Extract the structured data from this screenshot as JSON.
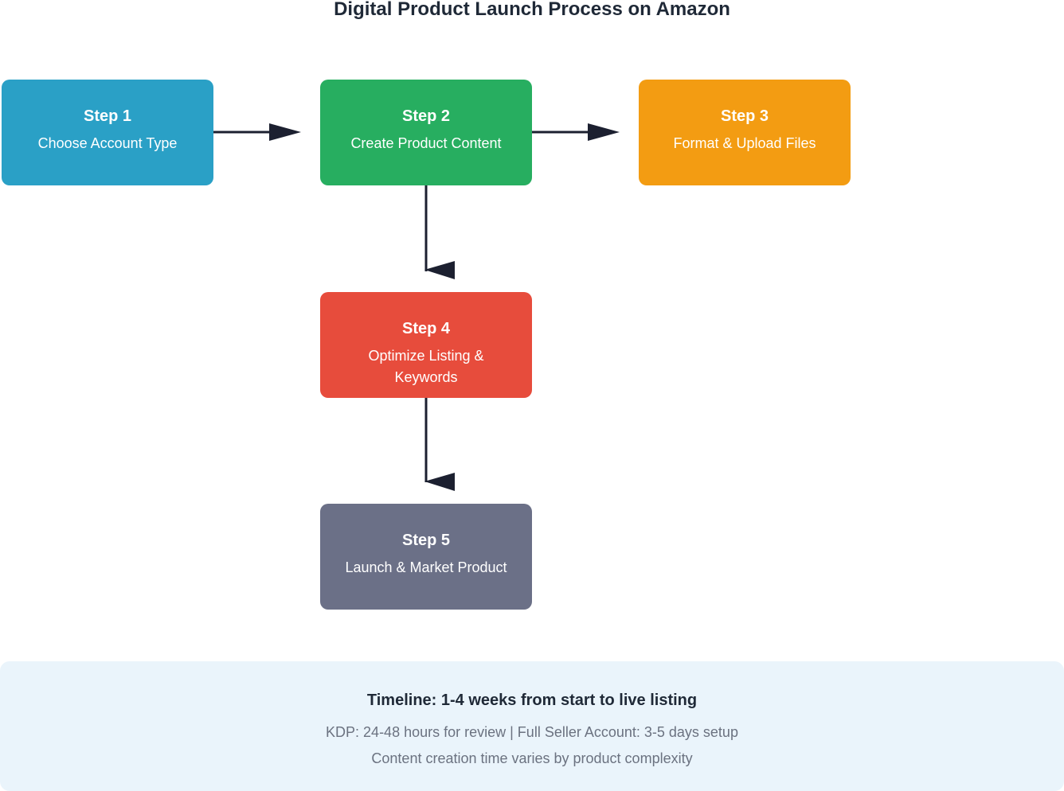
{
  "title": "Digital Product Launch Process on Amazon",
  "colors": {
    "step1": "#2aa0c6",
    "step2": "#27ae60",
    "step3": "#f39c12",
    "step4": "#e74c3c",
    "step5": "#6b7087",
    "arrow": "#1c2030",
    "timeline_bg": "#eaf4fb"
  },
  "steps": [
    {
      "label": "Step 1",
      "desc": "Choose Account Type"
    },
    {
      "label": "Step 2",
      "desc": "Create Product Content"
    },
    {
      "label": "Step 3",
      "desc": "Format & Upload Files"
    },
    {
      "label": "Step 4",
      "desc": "Optimize Listing & Keywords"
    },
    {
      "label": "Step 5",
      "desc": "Launch & Market Product"
    }
  ],
  "timeline": {
    "heading": "Timeline: 1-4 weeks from start to live listing",
    "line1": "KDP: 24-48 hours for review | Full Seller Account: 3-5 days setup",
    "line2": "Content creation time varies by product complexity"
  }
}
